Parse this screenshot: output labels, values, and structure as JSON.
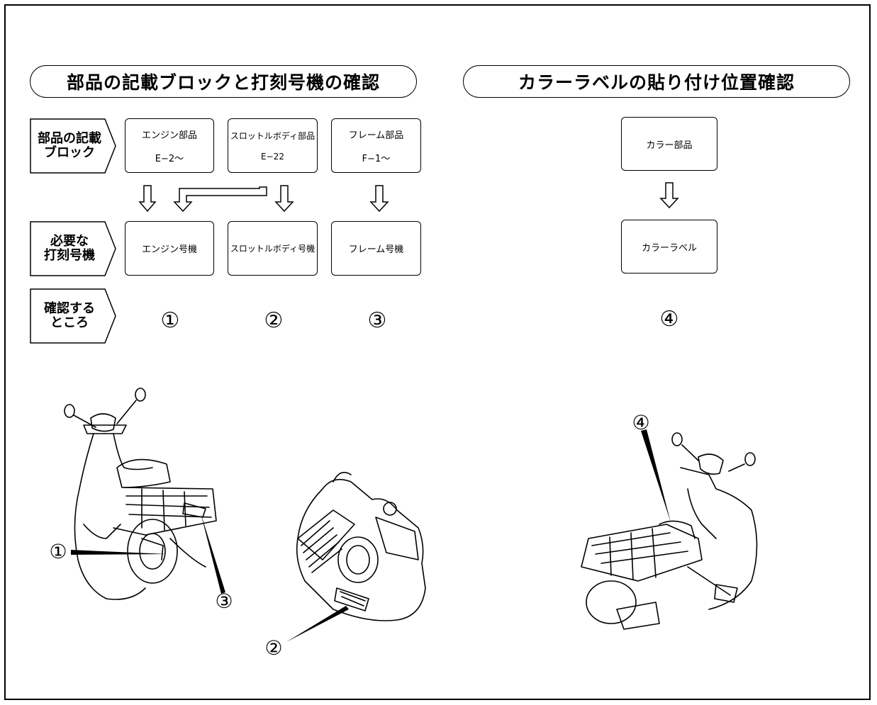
{
  "left_section": {
    "title": "部品の記載ブロックと打刻号機の確認",
    "row_labels": {
      "block": [
        "部品の記載",
        "ブロック"
      ],
      "stamp": [
        "必要な",
        "打刻号機"
      ],
      "check": [
        "確認する",
        "ところ"
      ]
    },
    "blocks": [
      {
        "name": "エンジン部品",
        "code": "E−2〜"
      },
      {
        "name": "スロットルボディ部品",
        "code": "E−22"
      },
      {
        "name": "フレーム部品",
        "code": "F−1〜"
      }
    ],
    "stamps": [
      "エンジン号機",
      "スロットルボディ号機",
      "フレーム号機"
    ],
    "check_marks": [
      "①",
      "②",
      "③"
    ]
  },
  "right_section": {
    "title": "カラーラベルの貼り付け位置確認",
    "part": "カラー部品",
    "label": "カラーラベル",
    "check_mark": "④"
  },
  "callouts": {
    "c1": "①",
    "c2": "②",
    "c3": "③",
    "c4": "④"
  }
}
